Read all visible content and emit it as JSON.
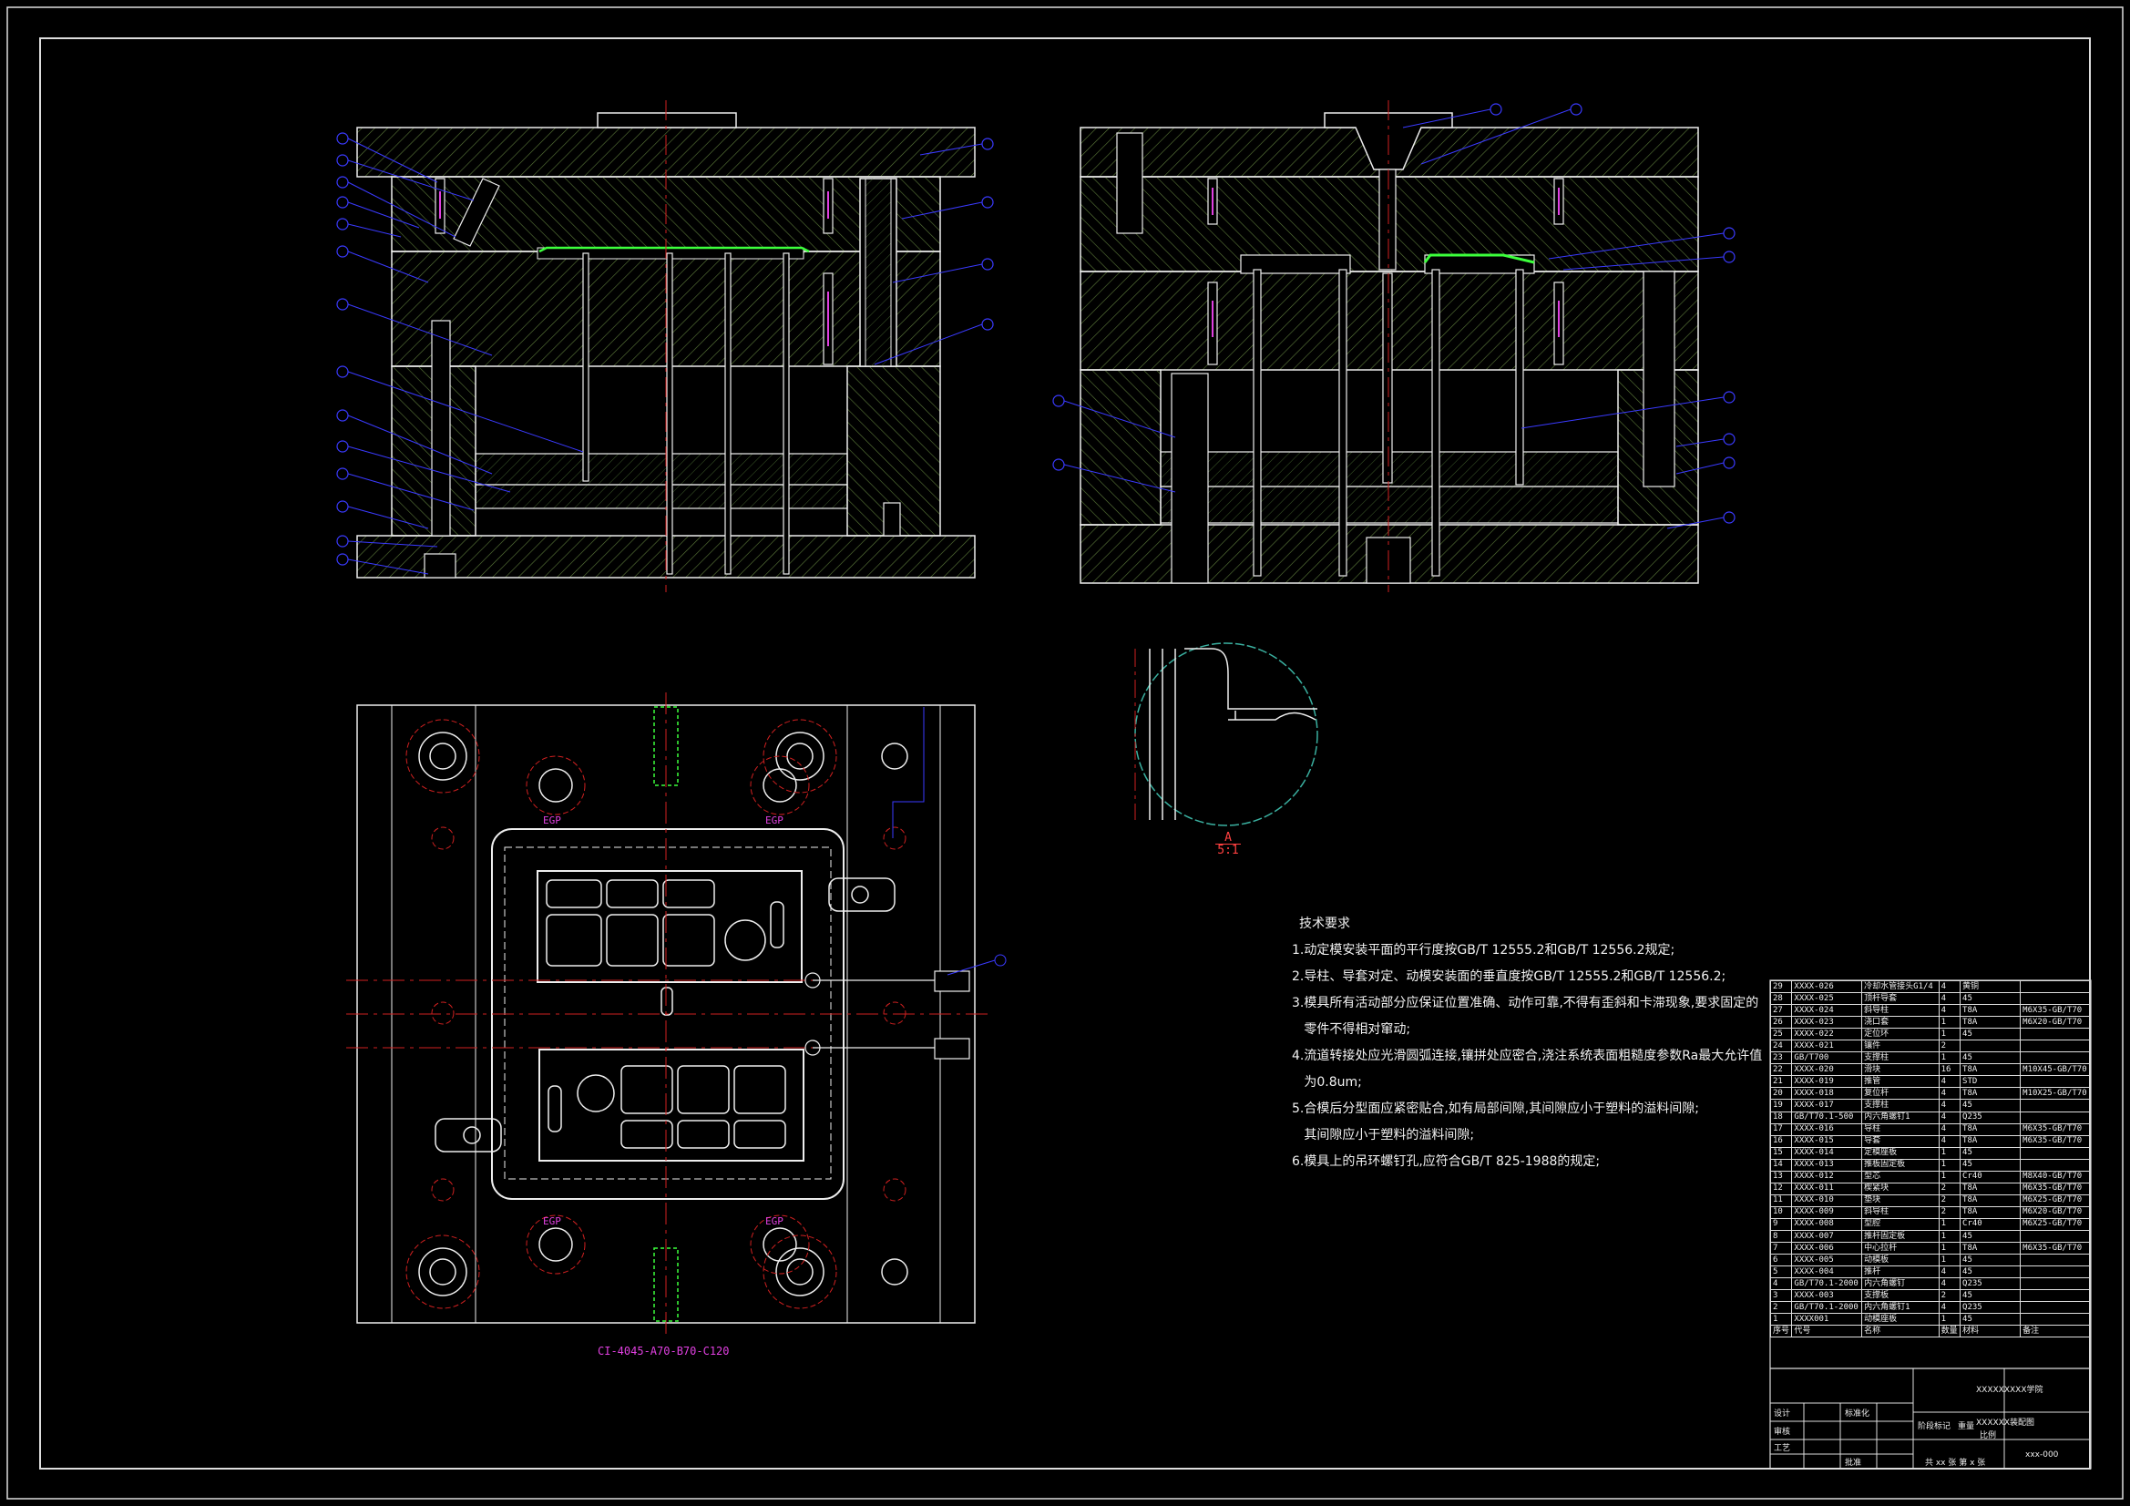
{
  "notes": {
    "title": "技术要求",
    "items": [
      "1.动定模安装平面的平行度按GB/T 12555.2和GB/T 12556.2规定;",
      "2.导柱、导套对定、动模安装面的垂直度按GB/T 12555.2和GB/T 12556.2;",
      "3.模具所有活动部分应保证位置准确、动作可靠,不得有歪斜和卡滞现象,要求固定的",
      "   零件不得相对窜动;",
      "4.流道转接处应光滑圆弧连接,镶拼处应密合,浇注系统表面粗糙度参数Ra最大允许值",
      "   为0.8um;",
      "5.合模后分型面应紧密贴合,如有局部间隙,其间隙应小于塑料的溢料间隙;",
      "   其间隙应小于塑料的溢料间隙;",
      "6.模具上的吊环螺钉孔,应符合GB/T 825-1988的规定;"
    ]
  },
  "detail_label": {
    "letter": "A",
    "scale": "5:1"
  },
  "standard_label": "CI-4045-A70-B70-C120",
  "egp_label": "EGP",
  "bom": [
    [
      "29",
      "XXXX-026",
      "冷却水管接头G1/4",
      "4",
      "黄铜",
      ""
    ],
    [
      "28",
      "XXXX-025",
      "顶杆导套",
      "4",
      "45",
      ""
    ],
    [
      "27",
      "XXXX-024",
      "斜导柱",
      "4",
      "T8A",
      "M6X35-GB/T70"
    ],
    [
      "26",
      "XXXX-023",
      "浇口套",
      "1",
      "T8A",
      "M6X20-GB/T70"
    ],
    [
      "25",
      "XXXX-022",
      "定位环",
      "1",
      "45",
      ""
    ],
    [
      "24",
      "XXXX-021",
      "镶件",
      "2",
      "",
      ""
    ],
    [
      "23",
      "GB/T700",
      "支撑柱",
      "1",
      "45",
      ""
    ],
    [
      "22",
      "XXXX-020",
      "滑块",
      "16",
      "T8A",
      "M10X45-GB/T70"
    ],
    [
      "21",
      "XXXX-019",
      "推管",
      "4",
      "STD",
      ""
    ],
    [
      "20",
      "XXXX-018",
      "复位杆",
      "4",
      "T8A",
      "M10X25-GB/T70"
    ],
    [
      "19",
      "XXXX-017",
      "支撑柱",
      "4",
      "45",
      ""
    ],
    [
      "18",
      "GB/T70.1-500",
      "内六角螺钉1",
      "4",
      "Q235",
      ""
    ],
    [
      "17",
      "XXXX-016",
      "导柱",
      "4",
      "T8A",
      "M6X35-GB/T70"
    ],
    [
      "16",
      "XXXX-015",
      "导套",
      "4",
      "T8A",
      "M6X35-GB/T70"
    ],
    [
      "15",
      "XXXX-014",
      "定模座板",
      "1",
      "45",
      ""
    ],
    [
      "14",
      "XXXX-013",
      "推板固定板",
      "1",
      "45",
      ""
    ],
    [
      "13",
      "XXXX-012",
      "型芯",
      "1",
      "Cr40",
      "M8X40-GB/T70"
    ],
    [
      "12",
      "XXXX-011",
      "楔紧块",
      "2",
      "T8A",
      "M6X35-GB/T70"
    ],
    [
      "11",
      "XXXX-010",
      "垫块",
      "2",
      "T8A",
      "M6X25-GB/T70"
    ],
    [
      "10",
      "XXXX-009",
      "斜导柱",
      "2",
      "T8A",
      "M6X20-GB/T70"
    ],
    [
      "9",
      "XXXX-008",
      "型腔",
      "1",
      "Cr40",
      "M6X25-GB/T70"
    ],
    [
      "8",
      "XXXX-007",
      "推杆固定板",
      "1",
      "45",
      ""
    ],
    [
      "7",
      "XXXX-006",
      "中心拉杆",
      "1",
      "T8A",
      "M6X35-GB/T70"
    ],
    [
      "6",
      "XXXX-005",
      "动模板",
      "1",
      "45",
      ""
    ],
    [
      "5",
      "XXXX-004",
      "推杆",
      "4",
      "45",
      ""
    ],
    [
      "4",
      "GB/T70.1-2000",
      "内六角螺钉",
      "4",
      "Q235",
      ""
    ],
    [
      "3",
      "XXXX-003",
      "支撑板",
      "2",
      "45",
      ""
    ],
    [
      "2",
      "GB/T70.1-2000",
      "内六角螺钉1",
      "4",
      "Q235",
      ""
    ],
    [
      "1",
      "XXXX001",
      "动模座板",
      "1",
      "45",
      ""
    ]
  ],
  "bom_header": [
    "序号",
    "代号",
    "名称",
    "数量",
    "材料",
    "备注"
  ],
  "title_block": {
    "school": "XXXXXXXXX学院",
    "drawing": "XXXXXX装配图",
    "number": "xxx-000",
    "sheet": "共 xx 张 第 x 张",
    "stage": "阶段标记",
    "weight": "重量",
    "scale": "比例",
    "designer": "设计",
    "checker": "审核",
    "process": "工艺",
    "approve": "批准",
    "standard": "标准化"
  }
}
